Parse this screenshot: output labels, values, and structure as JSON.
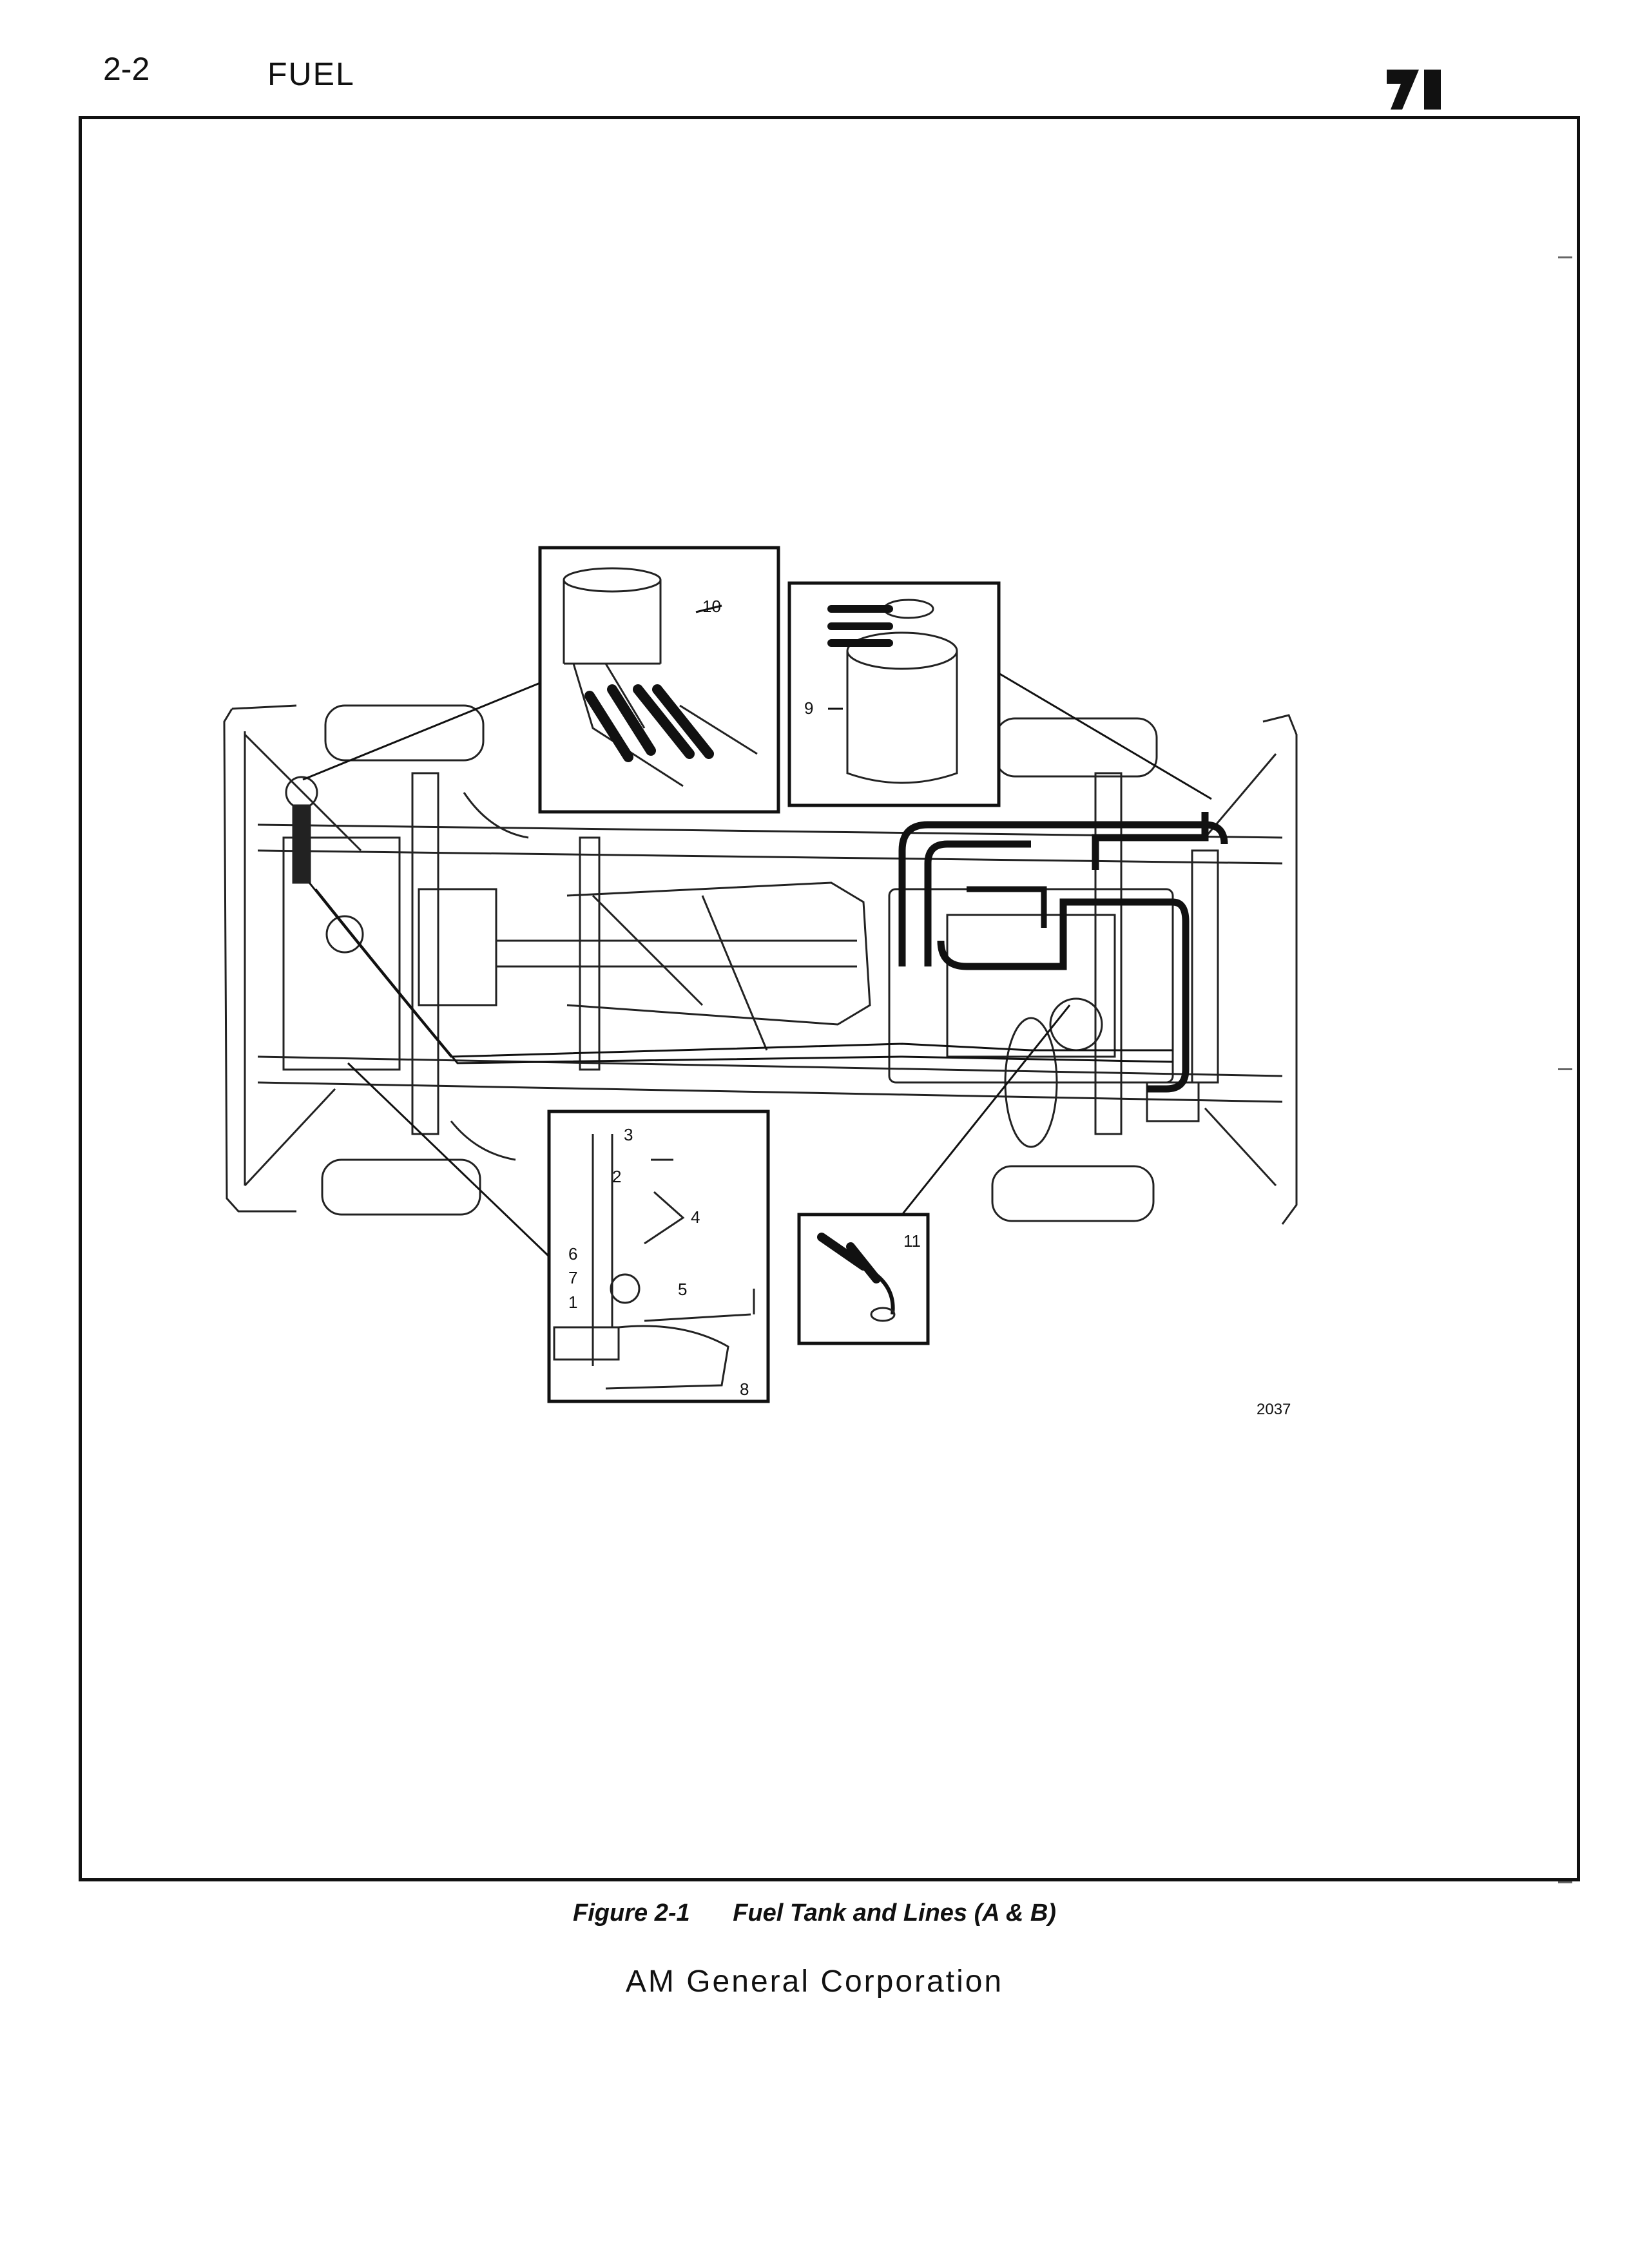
{
  "header": {
    "page_number": "2-2",
    "section_title": "FUEL"
  },
  "figure": {
    "number": "2037",
    "callouts": [
      "1",
      "2",
      "3",
      "4",
      "5",
      "6",
      "7",
      "8",
      "9",
      "10",
      "11"
    ],
    "caption_label": "Figure 2-1",
    "caption_text": "Fuel Tank and Lines (A & B)"
  },
  "footer": {
    "company": "AM General Corporation"
  }
}
